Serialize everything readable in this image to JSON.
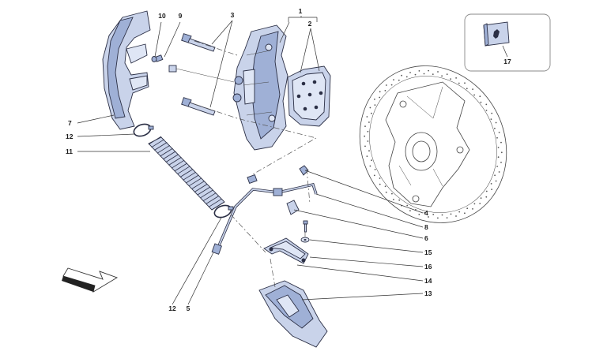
{
  "labels": {
    "l1": "1",
    "l2": "2",
    "l3": "3",
    "l4": "4",
    "l5": "5",
    "l6": "6",
    "l7": "7",
    "l8": "8",
    "l9": "9",
    "l10": "10",
    "l11": "11",
    "l12a": "12",
    "l12b": "12",
    "l13": "13",
    "l14": "14",
    "l15": "15",
    "l16": "16",
    "l17": "17"
  },
  "colors": {
    "part_fill": "#c9d3ea",
    "part_dark": "#9fb0d6",
    "outline": "#2b2f45"
  },
  "icons": {
    "badge": "prancing-horse-badge-icon",
    "direction": "direction-arrow-icon"
  }
}
